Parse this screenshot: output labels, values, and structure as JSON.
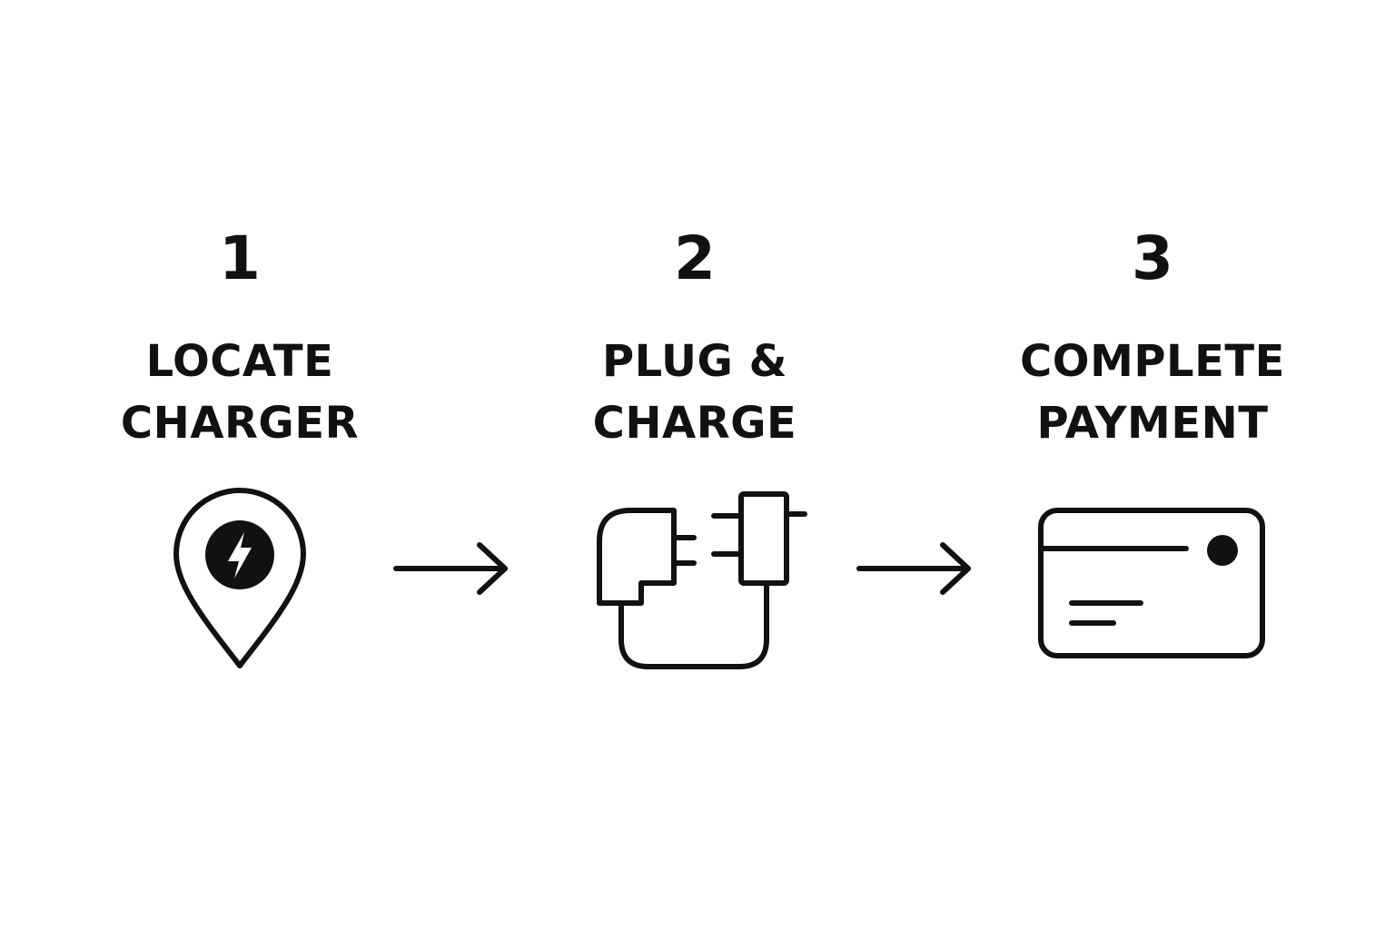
{
  "steps": [
    {
      "number": "1",
      "title_lines": [
        "LOCATE",
        "CHARGER"
      ],
      "icon": "location-pin-bolt-icon"
    },
    {
      "number": "2",
      "title_lines": [
        "PLUG &",
        "CHARGE"
      ],
      "icon": "charging-plug-icon"
    },
    {
      "number": "3",
      "title_lines": [
        "COMPLETE",
        "PAYMENT"
      ],
      "icon": "payment-card-icon"
    }
  ],
  "connectors": [
    "arrow-right-icon",
    "arrow-right-icon"
  ],
  "colors": {
    "ink": "#111111",
    "background": "#ffffff"
  }
}
